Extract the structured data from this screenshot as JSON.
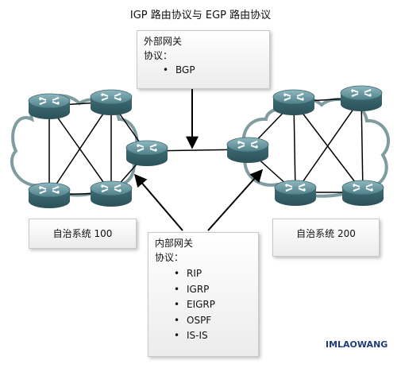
{
  "title": "IGP 路由协议与 EGP 路由协议",
  "exterior_box": {
    "heading": "外部网关",
    "protocols_label": "协议：",
    "protocols": [
      "BGP"
    ]
  },
  "interior_box": {
    "heading": "内部网关",
    "protocols_label": "协议：",
    "protocols": [
      "RIP",
      "IGRP",
      "EIGRP",
      "OSPF",
      "IS-IS"
    ]
  },
  "as_left": {
    "label": "自治系统 100"
  },
  "as_right": {
    "label": "自治系统 200"
  },
  "watermark": "IMLAOWANG",
  "colors": {
    "router_top": "#5f8f98",
    "router_body": "#3f6e78",
    "cloud_stroke": "#6f8f95",
    "line": "#000000"
  },
  "icons": [
    "router-icon",
    "cloud-icon",
    "arrow-icon"
  ]
}
